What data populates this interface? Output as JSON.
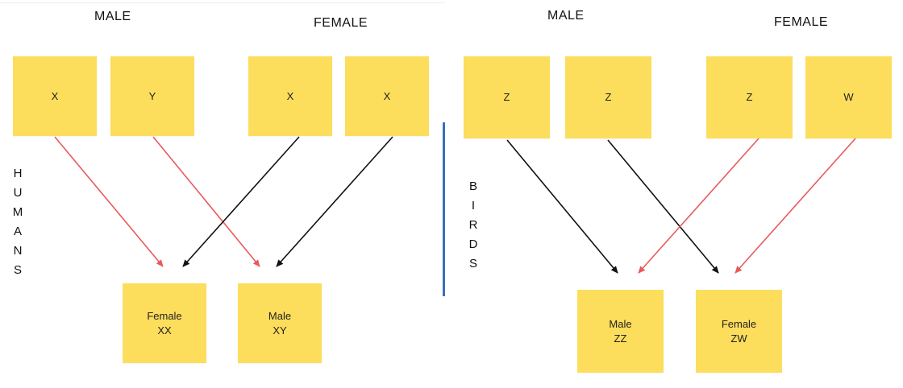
{
  "humans": {
    "male_label": "MALE",
    "female_label": "FEMALE",
    "side_label": [
      "H",
      "U",
      "M",
      "A",
      "N",
      "S"
    ],
    "male_chromosomes": [
      "X",
      "Y"
    ],
    "female_chromosomes": [
      "X",
      "X"
    ],
    "offspring": [
      {
        "line1": "Female",
        "line2": "XX"
      },
      {
        "line1": "Male",
        "line2": "XY"
      }
    ]
  },
  "birds": {
    "male_label": "MALE",
    "female_label": "FEMALE",
    "side_label": [
      "B",
      "I",
      "R",
      "D",
      "S"
    ],
    "male_chromosomes": [
      "Z",
      "Z"
    ],
    "female_chromosomes": [
      "Z",
      "W"
    ],
    "offspring": [
      {
        "line1": "Male",
        "line2": "ZZ"
      },
      {
        "line1": "Female",
        "line2": "ZW"
      }
    ]
  },
  "colors": {
    "note": "#fddd5c",
    "arrow_red": "#e85a5a",
    "arrow_black": "#111111",
    "divider": "#3b6fb8"
  }
}
